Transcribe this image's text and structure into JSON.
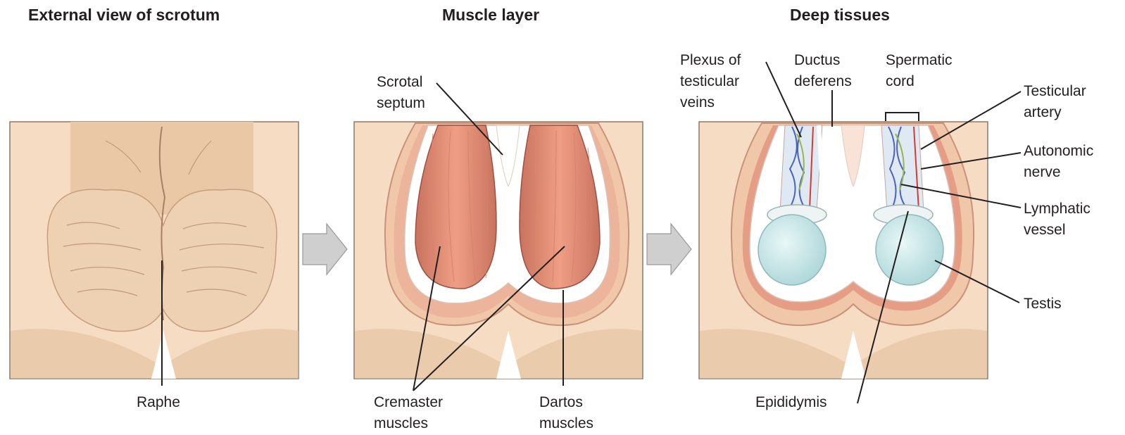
{
  "headings": {
    "external": "External view of scrotum",
    "muscle": "Muscle layer",
    "deep": "Deep tissues"
  },
  "labels": {
    "raphe": "Raphe",
    "scrotal_septum": "Scrotal\nseptum",
    "cremaster": "Cremaster\nmuscles",
    "dartos": "Dartos\nmuscles",
    "plexus": "Plexus of\ntesticular\nveins",
    "ductus": "Ductus\ndeferens",
    "spermatic": "Spermatic\ncord",
    "testicular_artery": "Testicular\nartery",
    "autonomic_nerve": "Autonomic\nnerve",
    "lymphatic_vessel": "Lymphatic\nvessel",
    "testis": "Testis",
    "epididymis": "Epididymis"
  },
  "colors": {
    "panel_bg": "#f6dcc2",
    "skin": "#eccbaa",
    "skin_dark": "#d9b18d",
    "muscle": "#e59a80",
    "muscle_dark": "#b8675a",
    "septum": "#ffffff",
    "testis": "#cdeaea",
    "arrow": "#c8c8c8"
  }
}
